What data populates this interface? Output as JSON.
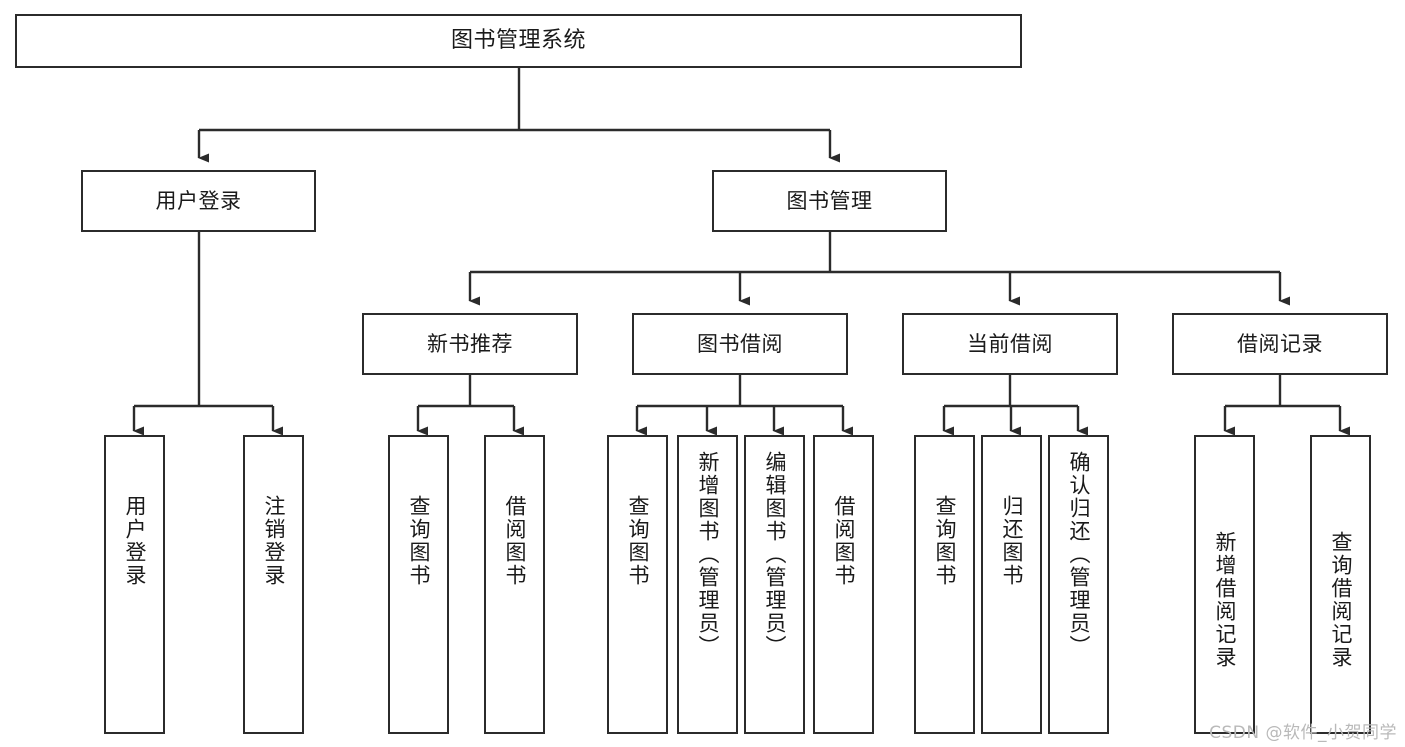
{
  "diagram": {
    "title": "图书管理系统",
    "type": "tree-hierarchy",
    "root": {
      "id": "root",
      "label": "图书管理系统"
    },
    "level2": [
      {
        "id": "user-login",
        "label": "用户登录"
      },
      {
        "id": "book-management",
        "label": "图书管理"
      }
    ],
    "level3": [
      {
        "id": "new-book-recommend",
        "label": "新书推荐",
        "parent": "book-management"
      },
      {
        "id": "book-borrow",
        "label": "图书借阅",
        "parent": "book-management"
      },
      {
        "id": "current-borrow",
        "label": "当前借阅",
        "parent": "book-management"
      },
      {
        "id": "borrow-record",
        "label": "借阅记录",
        "parent": "book-management"
      }
    ],
    "leaves": [
      {
        "id": "leaf-user-login",
        "label": "用户登录",
        "parent": "user-login"
      },
      {
        "id": "leaf-logout-login",
        "label": "注销登录",
        "parent": "user-login"
      },
      {
        "id": "leaf-query-book-1",
        "label": "查询图书",
        "parent": "new-book-recommend"
      },
      {
        "id": "leaf-borrow-book-1",
        "label": "借阅图书",
        "parent": "new-book-recommend"
      },
      {
        "id": "leaf-query-book-2",
        "label": "查询图书",
        "parent": "book-borrow"
      },
      {
        "id": "leaf-add-book",
        "label": "新增图书（管理员）",
        "parent": "book-borrow"
      },
      {
        "id": "leaf-edit-book",
        "label": "编辑图书（管理员）",
        "parent": "book-borrow"
      },
      {
        "id": "leaf-borrow-book-2",
        "label": "借阅图书",
        "parent": "book-borrow"
      },
      {
        "id": "leaf-query-book-3",
        "label": "查询图书",
        "parent": "current-borrow"
      },
      {
        "id": "leaf-return-book",
        "label": "归还图书",
        "parent": "current-borrow"
      },
      {
        "id": "leaf-confirm-return",
        "label": "确认归还（管理员）",
        "parent": "current-borrow"
      },
      {
        "id": "leaf-add-record",
        "label": "新增借阅记录",
        "parent": "borrow-record"
      },
      {
        "id": "leaf-query-record",
        "label": "查询借阅记录",
        "parent": "borrow-record"
      }
    ]
  },
  "watermark": {
    "text": "CSDN @软件_小贺同学"
  },
  "colors": {
    "stroke": "#2b2b2b",
    "background": "#ffffff",
    "text": "#1a1a1a",
    "watermark": "#b9b9b9"
  }
}
